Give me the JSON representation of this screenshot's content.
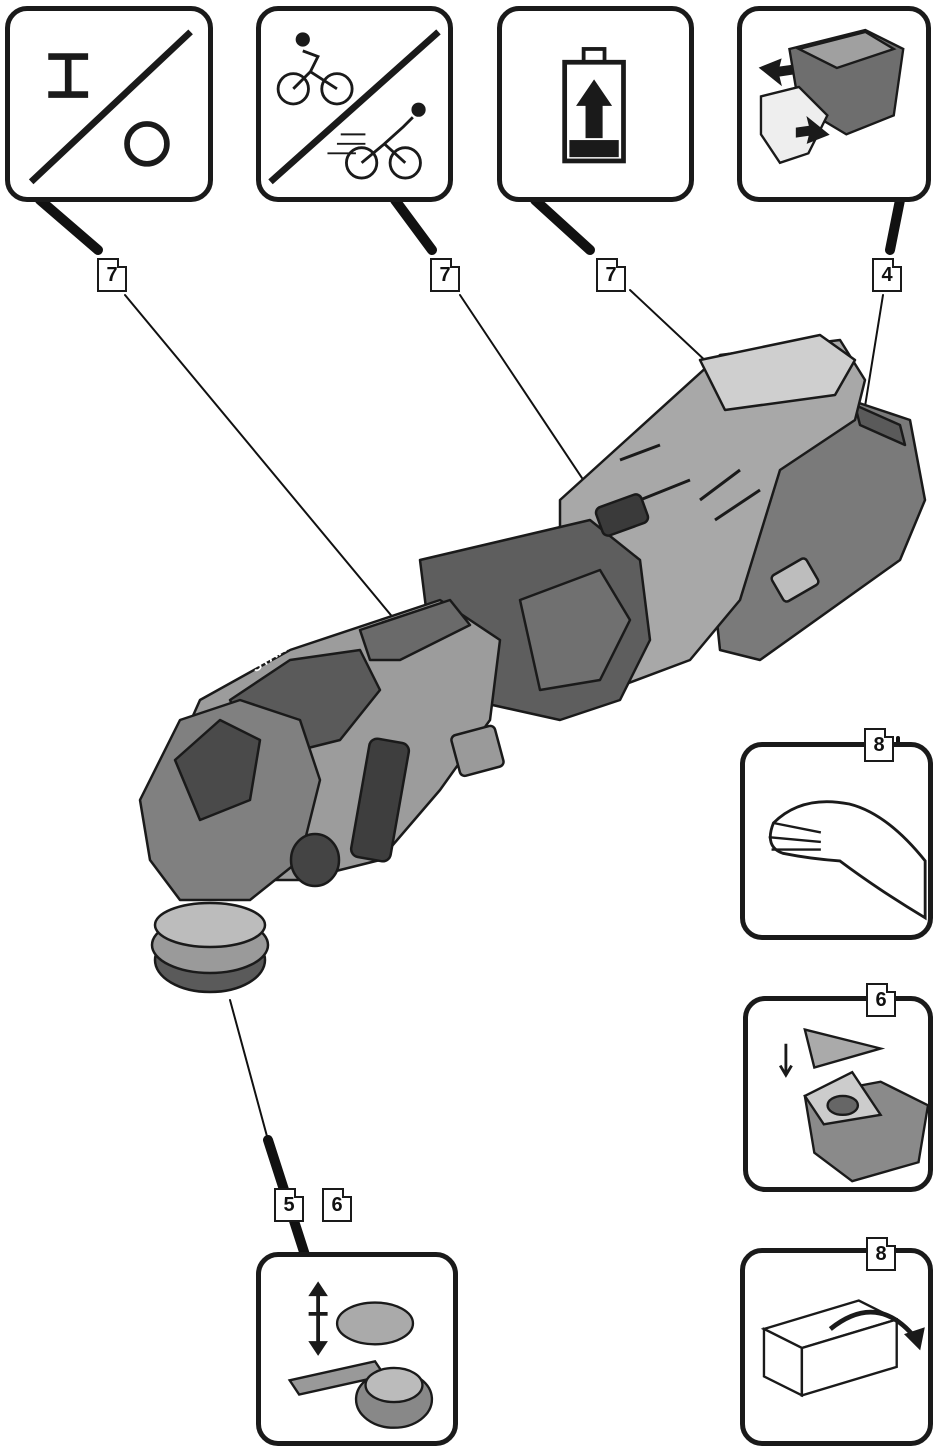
{
  "title": "",
  "callouts": {
    "switch": "7",
    "speed": "7",
    "battery_status": "7",
    "battery": "4",
    "attach_left": "5",
    "attach_right": "6",
    "gloves": "8",
    "sanding": "6",
    "packaging": "8"
  },
  "icons": {
    "switch_panel": "on-off-switch-icon",
    "speed_panel": "cyclist-speed-icon",
    "battery_panel": "battery-charge-icon",
    "battery_insert_panel": "battery-insert-icon",
    "gloves_panel": "hand-icon",
    "sanding_panel": "sanding-plate-icon",
    "packaging_panel": "box-open-icon",
    "attach_panel": "blade-attach-icon"
  },
  "tool": {
    "brand_main": "STARLOCK",
    "brand_sub": "PLUS"
  },
  "colors": {
    "ink": "#1a1a1a",
    "body_dark": "#6b6b6b",
    "body_mid": "#9a9a9a",
    "body_light": "#c8c8c8"
  }
}
